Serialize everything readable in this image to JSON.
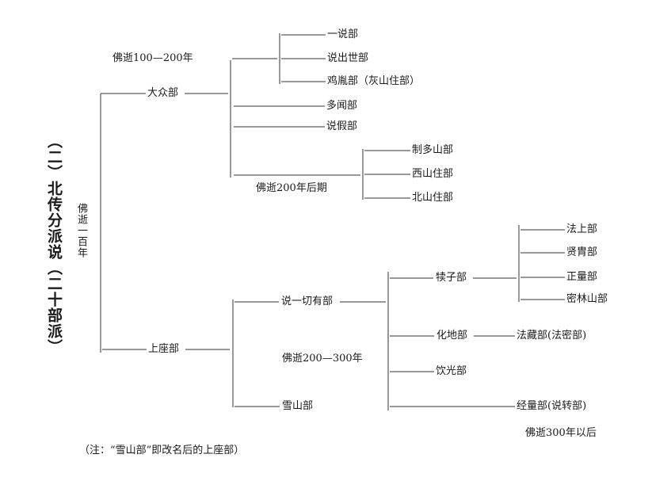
{
  "title": "（二）北传分派说（二十部派）",
  "root_period": "佛逝一百年",
  "periods": {
    "p100_200": "佛逝100—200年",
    "p200_late": "佛逝200年后期",
    "p200_300": "佛逝200—300年",
    "p300_after": "佛逝300年以后"
  },
  "mahasanghika": {
    "label": "大众部",
    "children": [
      "一说部",
      "说出世部",
      "鸡胤部（灰山住部）",
      "多闻部",
      "说假部"
    ],
    "late_children": [
      "制多山部",
      "西山住部",
      "北山住部"
    ]
  },
  "sthavira": {
    "label": "上座部",
    "sarvastivada": "说一切有部",
    "himavata": "雪山部",
    "vatsiputriya": "犊子部",
    "vatsiputriya_children": [
      "法上部",
      "贤胄部",
      "正量部",
      "密林山部"
    ],
    "mahisasaka": "化地部",
    "dharmaguptaka": "法藏部(法密部)",
    "kasyapiya": "饮光部",
    "sautrantika": "经量部(说转部)"
  },
  "note": "（注：“雪山部”即改名后的上座部）"
}
